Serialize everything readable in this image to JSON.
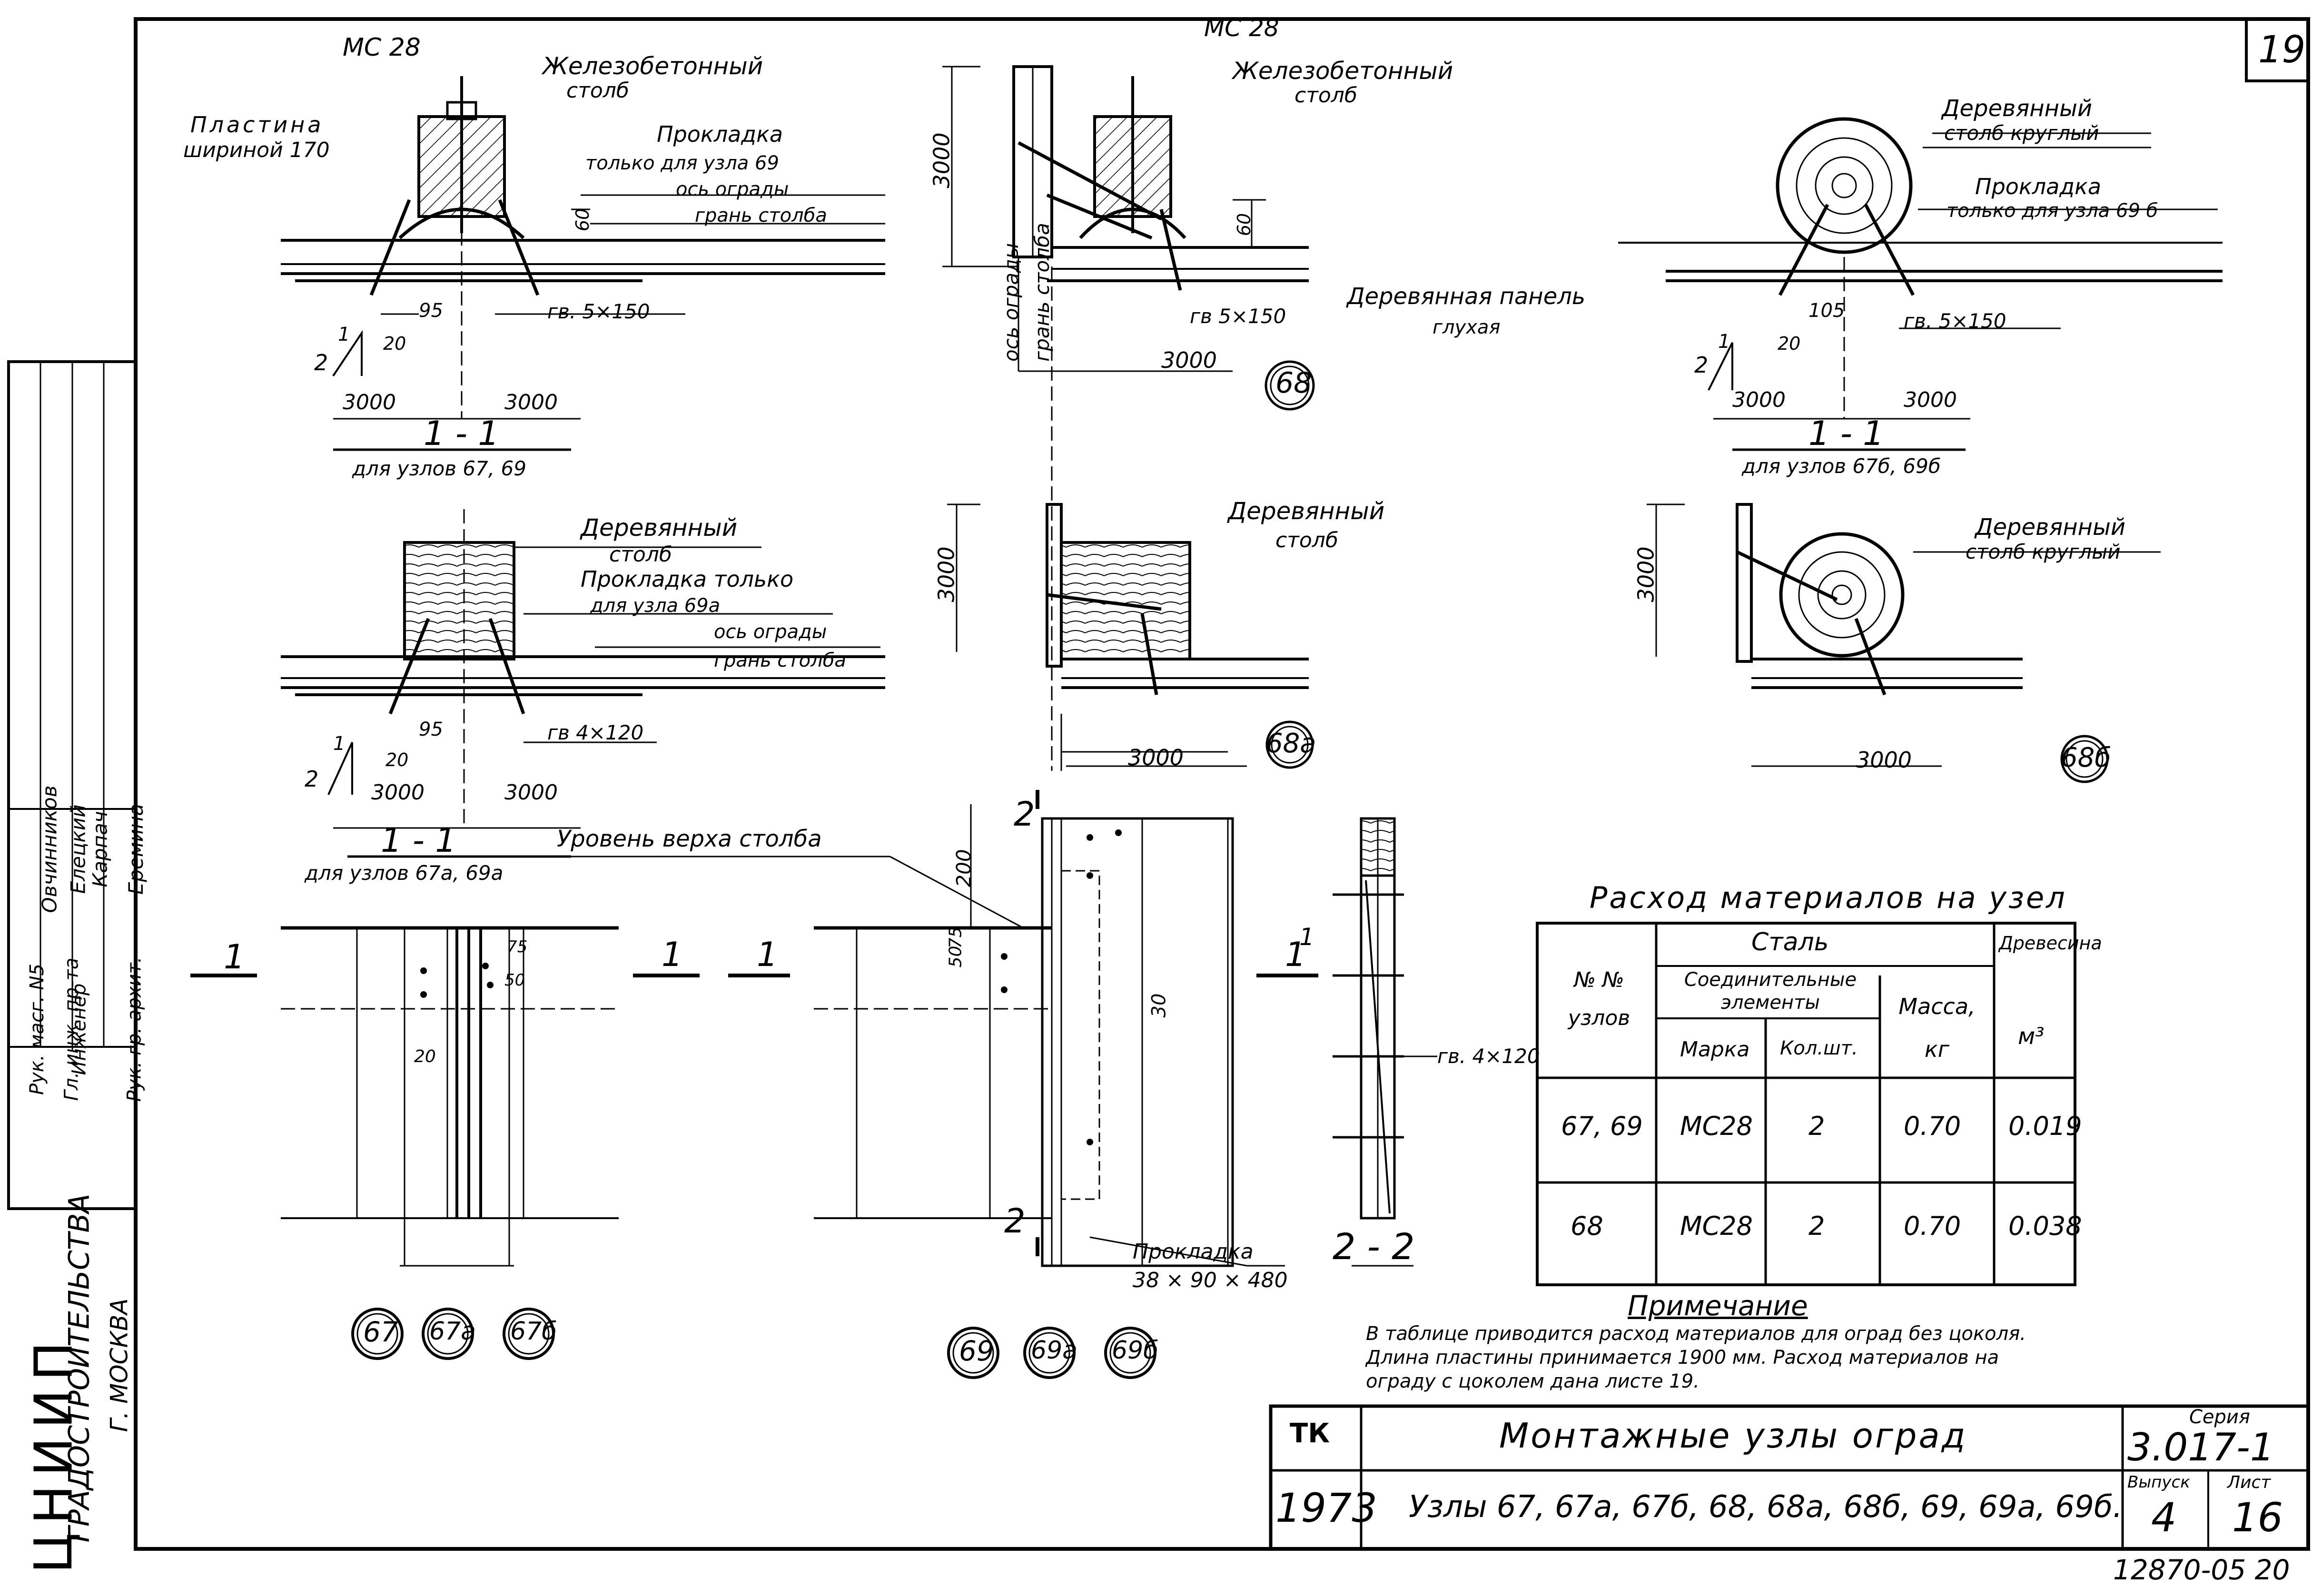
{
  "sheet": {
    "page_number": "19",
    "bottom_code": "12870-05   20"
  },
  "organization": {
    "name": "ЦНИИП",
    "subtitle": "ГРАДОСТРОИТЕЛЬСТВА",
    "city": "Г. МОСКВА"
  },
  "stamp_left": {
    "roles": [
      "Рук. масг. N5",
      "Гл. инж. пр-та",
      "Инженер",
      "Рук. гр. архит."
    ],
    "names": [
      "Овчинников",
      "Елецкий",
      "Карпач",
      "Еремина"
    ]
  },
  "drawing_top_left": {
    "labels": [
      "МС 28",
      "Железобетонный",
      "столб",
      "Пластина",
      "шириной 170",
      "Прокладка",
      "только для узла 69",
      "ось ограды",
      "грань столба",
      "60",
      "гв. 5×150",
      "95",
      "20",
      "1",
      "2",
      "3000",
      "3000"
    ],
    "section": "1 - 1",
    "section_caption": "для узлов 67, 69"
  },
  "drawing_top_middle": {
    "labels": [
      "МС 28",
      "Железобетонный",
      "столб",
      "3000",
      "60",
      "гв 5×150",
      "3000",
      "Деревянная панель",
      "глухая",
      "ось ограды",
      "грань столба"
    ],
    "node": "68"
  },
  "drawing_top_right": {
    "labels": [
      "Деревянный",
      "столб круглый",
      "Прокладка",
      "только для узла 69 б",
      "105",
      "20",
      "гв. 5×150",
      "1",
      "2",
      "3000",
      "3000"
    ],
    "section": "1 - 1",
    "section_caption": "для узлов 67б, 69б"
  },
  "drawing_mid_left": {
    "labels": [
      "Деревянный",
      "столб",
      "Прокладка только",
      "для узла 69а",
      "ось ограды",
      "грань столба",
      "95",
      "20",
      "гв 4×120",
      "1",
      "2",
      "3000",
      "3000"
    ],
    "section": "1 - 1",
    "section_caption": "для узлов 67а, 69а"
  },
  "drawing_mid_middle": {
    "labels": [
      "3000",
      "Деревянный",
      "столб",
      "3000"
    ],
    "node": "68а"
  },
  "drawing_mid_right": {
    "labels": [
      "3000",
      "Деревянный",
      "столб круглый",
      "3000"
    ],
    "node": "68б"
  },
  "drawing_elevations": {
    "level_label": "Уровень верха столба",
    "cut_marks": [
      "1",
      "1",
      "1",
      "1",
      "1",
      "2",
      "2"
    ],
    "dims": [
      "75",
      "50",
      "20",
      "200",
      "50",
      "75",
      "30"
    ],
    "nail_label": "гв. 4×120",
    "pad_label": "Прокладка",
    "pad_size": "38 × 90 × 480",
    "section_22": "2 - 2",
    "nodes_group_1": [
      "67",
      "67а",
      "67б"
    ],
    "nodes_group_2": [
      "69",
      "69а",
      "69б"
    ]
  },
  "materials_table": {
    "title": "Расход материалов на узел",
    "headers": {
      "nodes": "№ № узлов",
      "steel": "Сталь",
      "connectors": "Соединительные элементы",
      "mark": "Марка",
      "qty": "Кол.шт.",
      "mass": "Масса, кг",
      "wood": "Древесина",
      "wood_unit": "м³"
    },
    "rows": [
      {
        "nodes": "67, 69",
        "mark": "МС28",
        "qty": "2",
        "mass": "0.70",
        "wood": "0.019"
      },
      {
        "nodes": "68",
        "mark": "МС28",
        "qty": "2",
        "mass": "0.70",
        "wood": "0.038"
      }
    ]
  },
  "note": {
    "title": "Примечание",
    "lines": [
      "В таблице приводится расход материалов для оград без цоколя.",
      "Длина пластины принимается 1900 мм. Расход материалов на",
      "ограду с цоколем дана листе 19."
    ]
  },
  "title_block": {
    "code": "ТК",
    "year": "1973",
    "title": "Монтажные узлы оград",
    "subtitle": "Узлы 67, 67а, 67б, 68, 68а, 68б, 69, 69а, 69б.",
    "series_label": "Серия",
    "series": "3.017-1",
    "issue_label": "Выпуск",
    "issue": "4",
    "sheet_label": "Лист",
    "sheet": "16"
  }
}
